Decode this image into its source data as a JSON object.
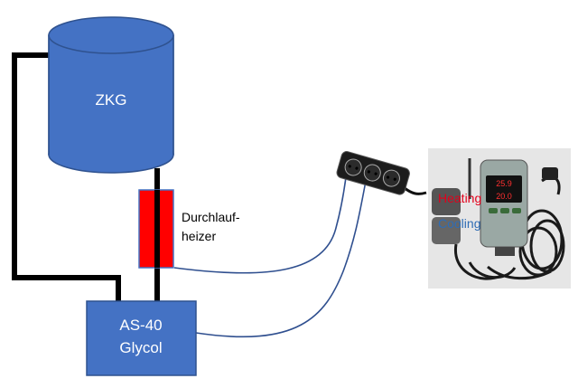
{
  "tank": {
    "label": "ZKG",
    "color": "#4472c4"
  },
  "heater": {
    "label_line1": "Durchlauf-",
    "label_line2": "heizer",
    "color": "#ff0000"
  },
  "chiller": {
    "label_line1": "AS-40",
    "label_line2": "Glycol",
    "color": "#4472c4"
  },
  "controller": {
    "heating_label": "Heating",
    "cooling_label": "Cooling",
    "heating_color": "#e3001b",
    "cooling_color": "#2f6db5",
    "display_top": "25.9",
    "display_bottom": "20.0"
  },
  "power_strip": {
    "sockets": 3
  },
  "colors": {
    "pipe": "#000000",
    "cable": "#2f4f8f",
    "outline": "#3a5f9a"
  }
}
